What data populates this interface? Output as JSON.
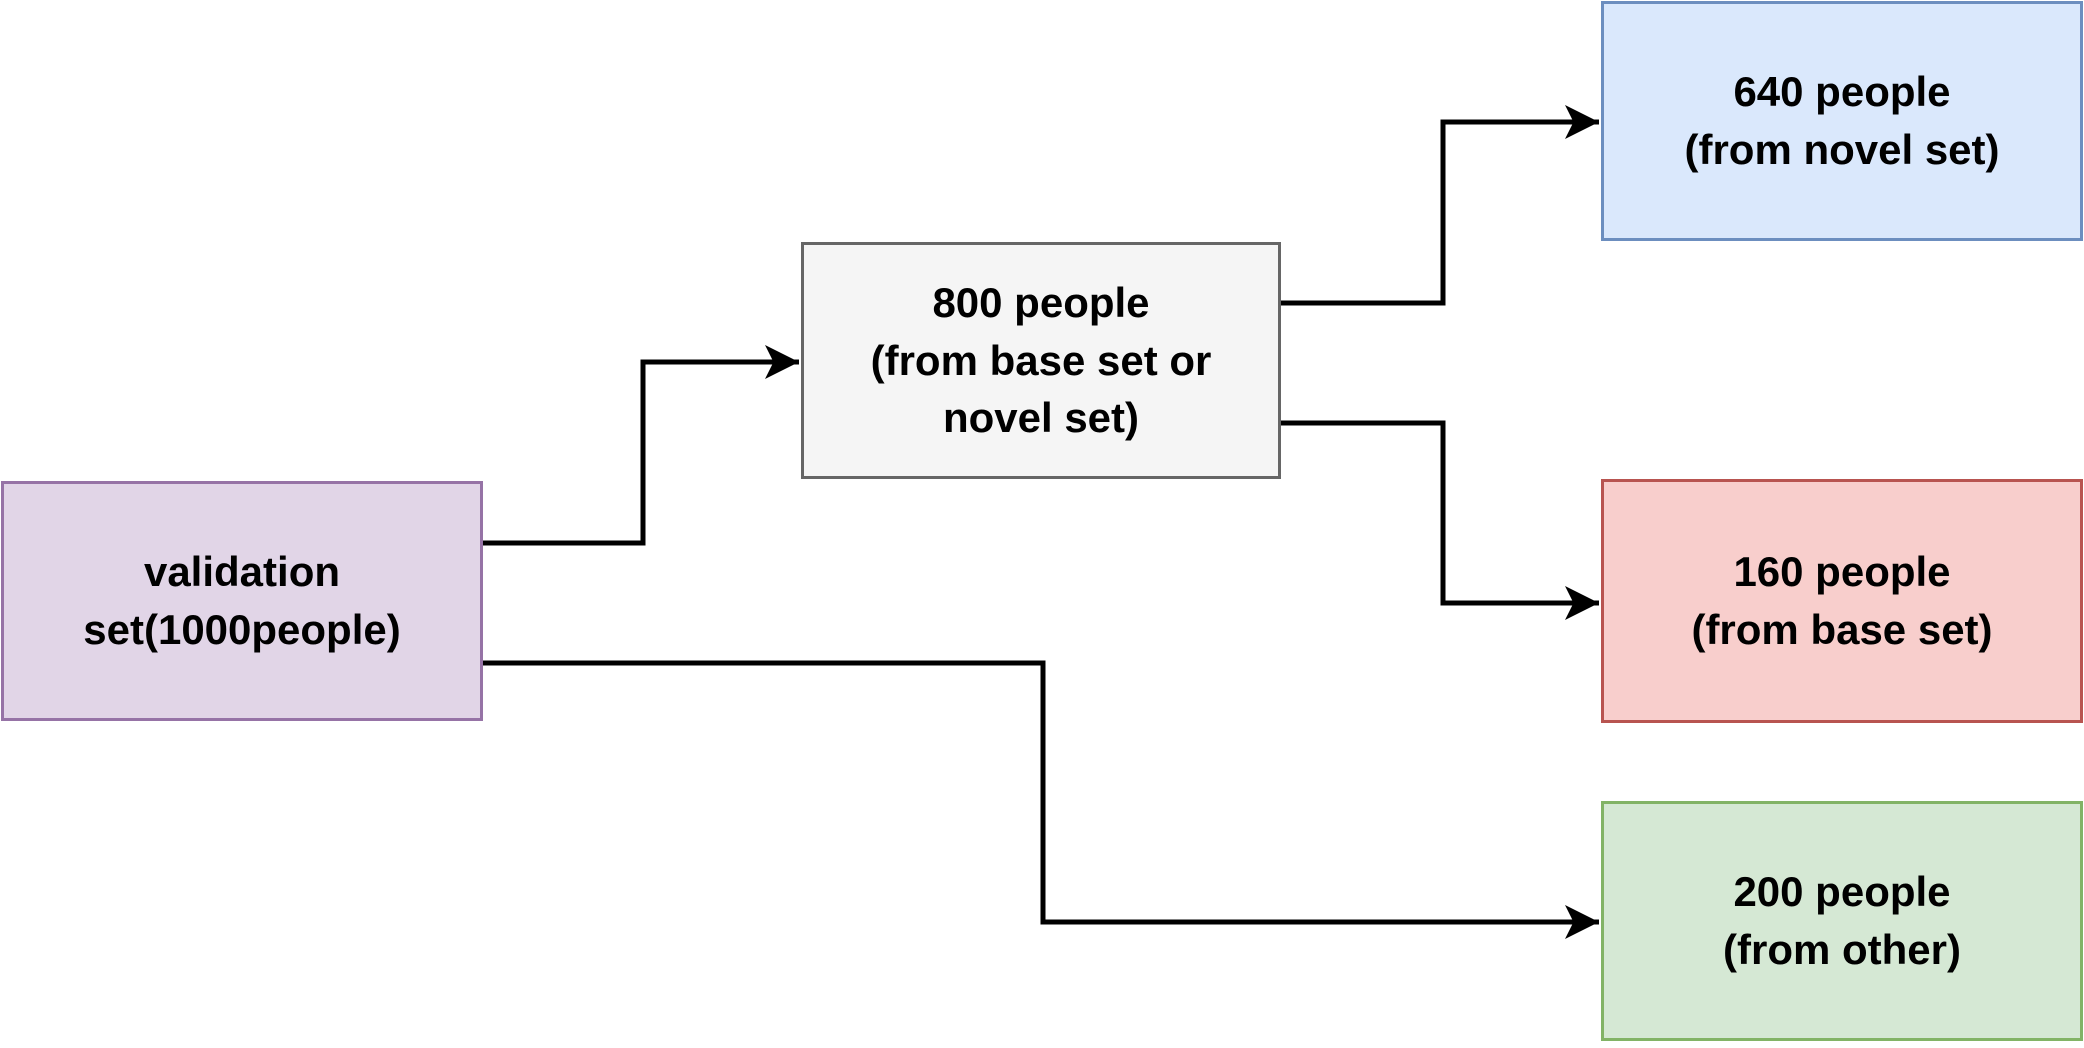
{
  "diagram": {
    "background_color": "#ffffff",
    "connector_color": "#000000",
    "text_color": "#000000",
    "nodes": [
      {
        "id": "validation-set",
        "label": "validation\nset(1000people)",
        "fill": "#e1d5e7",
        "border": "#9673a6"
      },
      {
        "id": "split-800",
        "label": "800 people\n(from base set or\nnovel set)",
        "fill": "#f5f5f5",
        "border": "#666666"
      },
      {
        "id": "novel-640",
        "label": "640 people\n(from novel set)",
        "fill": "#dae8fc",
        "border": "#6c8ebf"
      },
      {
        "id": "base-160",
        "label": "160 people\n(from base set)",
        "fill": "#f8cecc",
        "border": "#b85450"
      },
      {
        "id": "other-200",
        "label": "200 people\n(from other)",
        "fill": "#d5e8d4",
        "border": "#82b366"
      }
    ],
    "edges": [
      {
        "from": "validation-set",
        "to": "split-800"
      },
      {
        "from": "validation-set",
        "to": "other-200"
      },
      {
        "from": "split-800",
        "to": "novel-640"
      },
      {
        "from": "split-800",
        "to": "base-160"
      }
    ]
  }
}
